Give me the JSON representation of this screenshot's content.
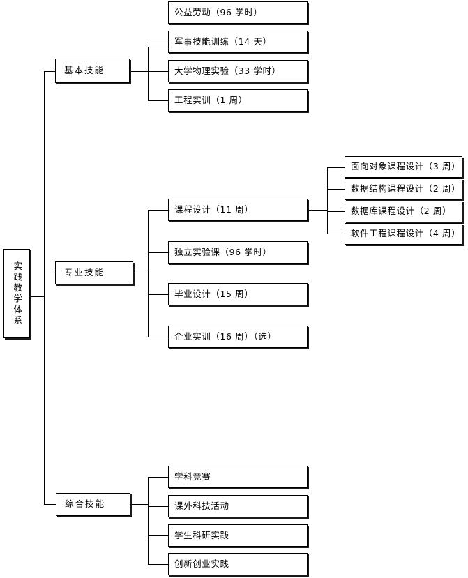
{
  "diagram": {
    "type": "tree",
    "title": "实践教学体系",
    "root": {
      "label": "实践教学体系",
      "orientation": "vertical-text"
    },
    "branches": [
      {
        "label": "基本技能",
        "children": [
          {
            "label": "公益劳动（96 学时）"
          },
          {
            "label": "军事技能训练（14 天）"
          },
          {
            "label": "大学物理实验（33 学时）"
          },
          {
            "label": "工程实训（1 周）"
          }
        ]
      },
      {
        "label": "专业技能",
        "children": [
          {
            "label": "课程设计（11 周）",
            "children": [
              {
                "label": "面向对象课程设计（3 周）"
              },
              {
                "label": "数据结构课程设计（2 周）"
              },
              {
                "label": "数据库课程设计（2 周）"
              },
              {
                "label": "软件工程课程设计（4 周）"
              }
            ]
          },
          {
            "label": "独立实验课（96 学时）"
          },
          {
            "label": "毕业设计（15 周）"
          },
          {
            "label": "企业实训（16 周）（选）"
          }
        ]
      },
      {
        "label": "综合技能",
        "children": [
          {
            "label": "学科竞赛"
          },
          {
            "label": "课外科技活动"
          },
          {
            "label": "学生科研实践"
          },
          {
            "label": "创新创业实践"
          }
        ]
      }
    ]
  },
  "colors": {
    "stroke": "#000000",
    "fill": "#ffffff",
    "shadow": "#1a1a1a"
  }
}
